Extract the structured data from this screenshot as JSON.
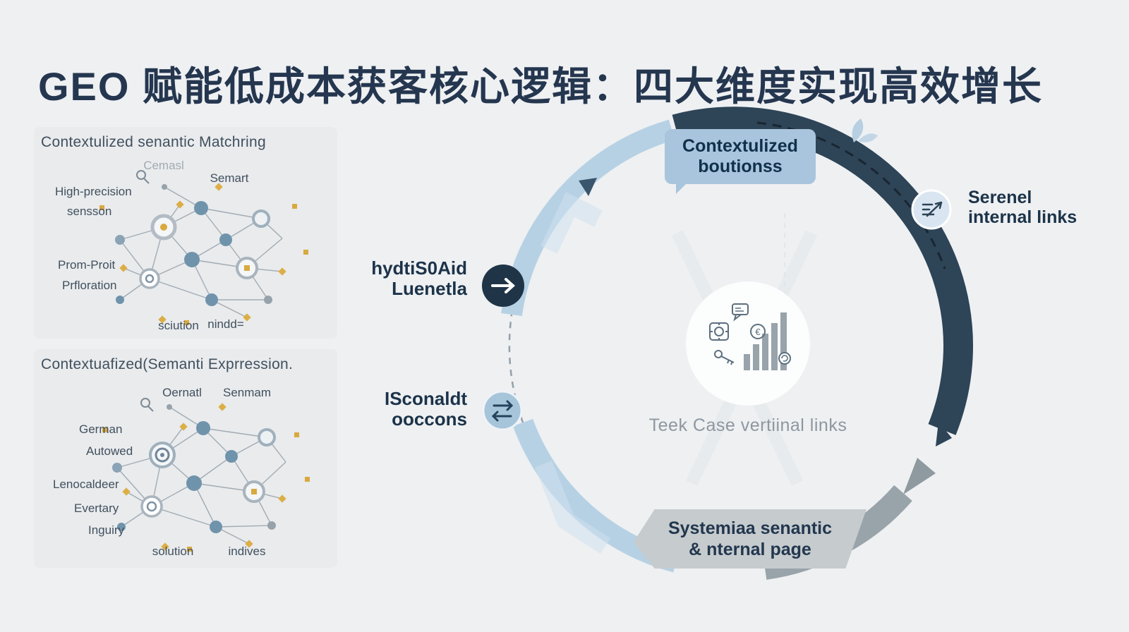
{
  "title": "GEO 赋能低成本获客核心逻辑：四大维度实现高效增长",
  "panel1": {
    "title": "Contextulized senantic Matchring",
    "labels": {
      "cemasl": "Cemasl",
      "semart": "Semart",
      "high_precision": "High-precision",
      "sensson": "sensson",
      "prom_proit": "Prom-Proit",
      "prfloration": "Prfloration",
      "sciution": "sciution",
      "nindd": "nindd="
    }
  },
  "panel2": {
    "title": "Contextuafized(Semanti Exprression.",
    "labels": {
      "oernatl": "Oernatl",
      "senmam": "Senmam",
      "german": "German",
      "autowed": "Autowed",
      "lenocaldeer": "Lenocaldeer",
      "evertary": "Evertary",
      "inguiry": "Inguiry",
      "solution": "solution",
      "indives": "indives"
    }
  },
  "cycle": {
    "top_banner": "Contextulized\nboutionss",
    "right_label": "Serenel\ninternal links",
    "left_upper_label": "hydtiS0Aid\nLuenetla",
    "left_lower_label": "ISconaldt\nooccons",
    "center_caption": "Teek Case vertiinal links",
    "bottom_banner": "Systemiaa senantic\n& nternal page"
  },
  "colors": {
    "background": "#eef0f2",
    "title_text": "#25364f",
    "accent_light_blue": "#a9c5dd",
    "arc_dark_navy": "#2e4457",
    "arc_gray": "#99a3aa",
    "arc_light_blue": "#b7d1e4",
    "node_yellow": "#d9a93f",
    "node_blue": "#7093ac"
  }
}
